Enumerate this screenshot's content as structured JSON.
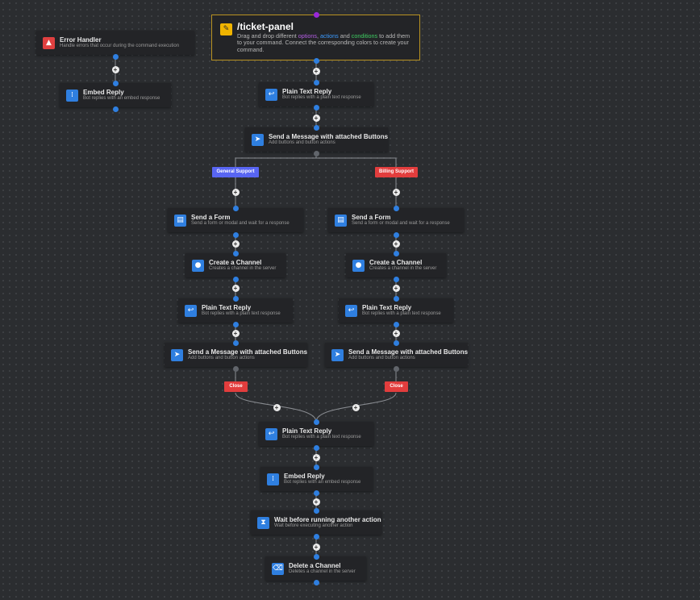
{
  "root": {
    "title": "/ticket-panel",
    "desc_1": "Drag and drop different ",
    "desc_options": "options",
    "desc_2": ", ",
    "desc_actions": "actions",
    "desc_3": " and ",
    "desc_conditions": "conditions",
    "desc_4": " to add them to your command. Connect the corresponding colors to create your command.",
    "icon": "wrench-icon"
  },
  "colors": {
    "action": "#2f7fe0",
    "error": "#e04040",
    "root_border": "#b89222",
    "option": "#b65ee6",
    "condition": "#3fcf63",
    "general_button": "#5865f2",
    "billing_button": "#e23d3d"
  },
  "nodes": {
    "error_handler": {
      "title": "Error Handler",
      "desc": "Handle errors that occur during the command execution",
      "icon": "warning-icon"
    },
    "embed_1": {
      "title": "Embed Reply",
      "desc": "Bot replies with an embed response",
      "icon": "embed-icon"
    },
    "plain_1": {
      "title": "Plain Text Reply",
      "desc": "Bot replies with a plain text response",
      "icon": "reply-icon"
    },
    "buttons_1": {
      "title": "Send a Message with attached Buttons",
      "desc": "Add buttons and button actions",
      "icon": "cursor-icon"
    },
    "form_l": {
      "title": "Send a Form",
      "desc": "Send a form or modal and wait for a response",
      "icon": "form-icon"
    },
    "form_r": {
      "title": "Send a Form",
      "desc": "Send a form or modal and wait for a response",
      "icon": "form-icon"
    },
    "channel_l": {
      "title": "Create a Channel",
      "desc": "Creates a channel in the server",
      "icon": "chat-icon"
    },
    "channel_r": {
      "title": "Create a Channel",
      "desc": "Creates a channel in the server",
      "icon": "chat-icon"
    },
    "plain_l": {
      "title": "Plain Text Reply",
      "desc": "Bot replies with a plain text response",
      "icon": "reply-icon"
    },
    "plain_r": {
      "title": "Plain Text Reply",
      "desc": "Bot replies with a plain text response",
      "icon": "reply-icon"
    },
    "buttons_l": {
      "title": "Send a Message with attached Buttons",
      "desc": "Add buttons and button actions",
      "icon": "cursor-icon"
    },
    "buttons_r": {
      "title": "Send a Message with attached Buttons",
      "desc": "Add buttons and button actions",
      "icon": "cursor-icon"
    },
    "plain_b": {
      "title": "Plain Text Reply",
      "desc": "Bot replies with a plain text response",
      "icon": "reply-icon"
    },
    "embed_b": {
      "title": "Embed Reply",
      "desc": "Bot replies with an embed response",
      "icon": "embed-icon"
    },
    "wait_b": {
      "title": "Wait before running another action",
      "desc": "Wait before executing another action",
      "icon": "hourglass-icon"
    },
    "delete_b": {
      "title": "Delete a Channel",
      "desc": "Deletes a channel in the server",
      "icon": "delete-channel-icon"
    }
  },
  "buttons": {
    "general": "General Support",
    "billing": "Billing Support",
    "close_l": "Close",
    "close_r": "Close"
  }
}
